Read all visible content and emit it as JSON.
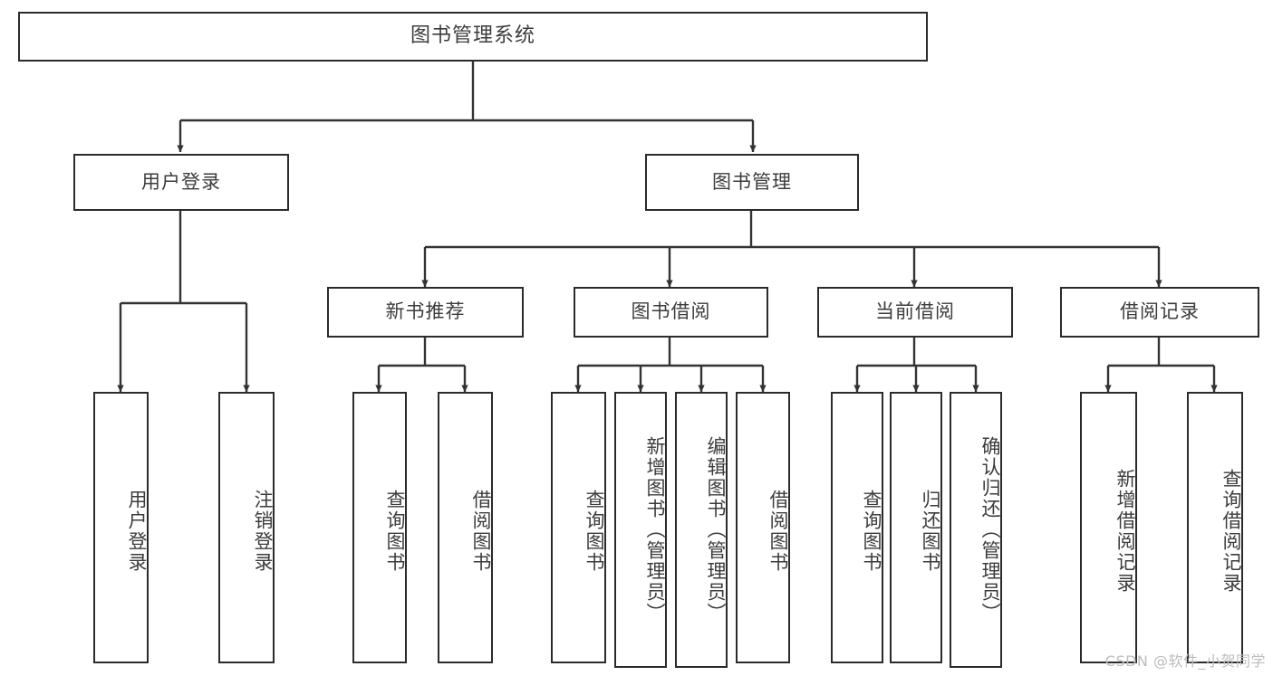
{
  "diagram": {
    "type": "tree",
    "title": "图书管理系统",
    "watermark": "CSDN @软件_小贺同学",
    "colors": {
      "box_border": "#2b2b2b",
      "box_fill": "#ffffff",
      "text": "#3c3c3c",
      "edge": "#333333",
      "watermark": "#bdbdbd"
    },
    "nodes": {
      "root": {
        "label": "图书管理系统"
      },
      "level1": [
        {
          "id": "user-login",
          "label": "用户登录"
        },
        {
          "id": "book-manage",
          "label": "图书管理"
        }
      ],
      "level2": [
        {
          "id": "new-book-recommend",
          "label": "新书推荐"
        },
        {
          "id": "book-borrow",
          "label": "图书借阅"
        },
        {
          "id": "current-borrow",
          "label": "当前借阅"
        },
        {
          "id": "borrow-record",
          "label": "借阅记录"
        }
      ],
      "leaves": {
        "user-login": [
          {
            "id": "leaf-user-login",
            "label": "用户登录"
          },
          {
            "id": "leaf-user-logout",
            "label": "注销登录"
          }
        ],
        "new-book-recommend": [
          {
            "id": "leaf-query-book-1",
            "label": "查询图书"
          },
          {
            "id": "leaf-borrow-book-1",
            "label": "借阅图书"
          }
        ],
        "book-borrow": [
          {
            "id": "leaf-query-book-2",
            "label": "查询图书"
          },
          {
            "id": "leaf-add-book",
            "label": "新增图书（管理员）"
          },
          {
            "id": "leaf-edit-book",
            "label": "编辑图书（管理员）"
          },
          {
            "id": "leaf-borrow-book-2",
            "label": "借阅图书"
          }
        ],
        "current-borrow": [
          {
            "id": "leaf-query-book-3",
            "label": "查询图书"
          },
          {
            "id": "leaf-return-book",
            "label": "归还图书"
          },
          {
            "id": "leaf-confirm-return",
            "label": "确认归还（管理员）"
          }
        ],
        "borrow-record": [
          {
            "id": "leaf-add-record",
            "label": "新增借阅记录"
          },
          {
            "id": "leaf-query-record",
            "label": "查询借阅记录"
          }
        ]
      }
    }
  }
}
